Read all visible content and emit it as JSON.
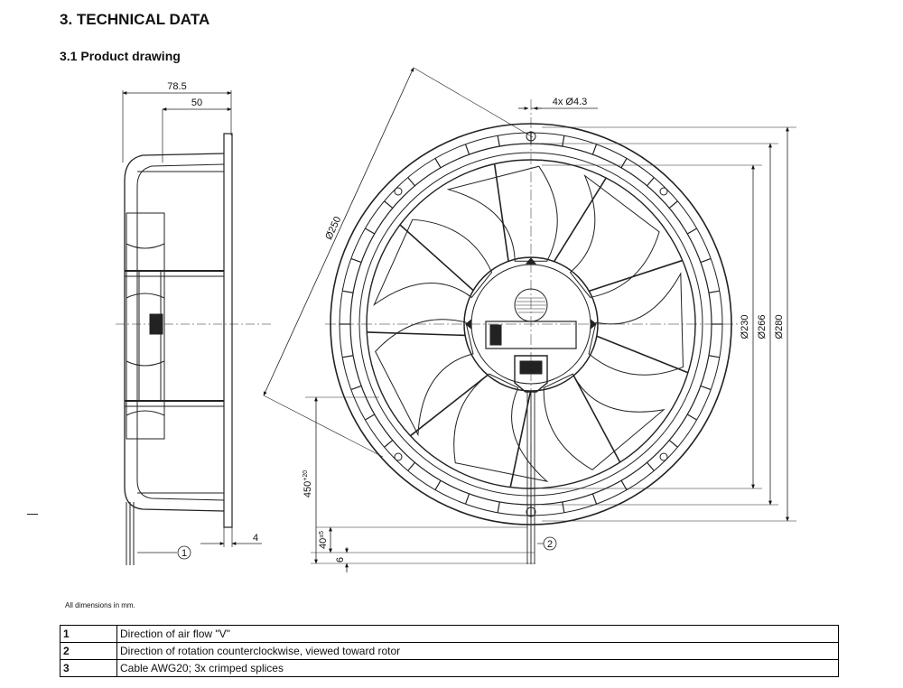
{
  "section_title": "3. TECHNICAL DATA",
  "subsection_title": "3.1 Product drawing",
  "dimensions": {
    "width_total": "78.5",
    "width_inner": "50",
    "flange": "4",
    "holes": "4x Ø4.3",
    "dia_250": "Ø250",
    "dia_230": "Ø230",
    "dia_266": "Ø266",
    "dia_280": "Ø280",
    "cable_length": "450",
    "cable_length_tol": "+20",
    "strip_length": "40",
    "strip_length_tol": "±5",
    "splice_length": "6"
  },
  "callouts": {
    "one": "1",
    "two": "2"
  },
  "note": "All dimensions in mm.",
  "legend": [
    {
      "num": "1",
      "text": "Direction of air flow \"V\""
    },
    {
      "num": "2",
      "text": "Direction of rotation counterclockwise, viewed toward rotor"
    },
    {
      "num": "3",
      "text": "Cable AWG20; 3x crimped splices"
    }
  ]
}
